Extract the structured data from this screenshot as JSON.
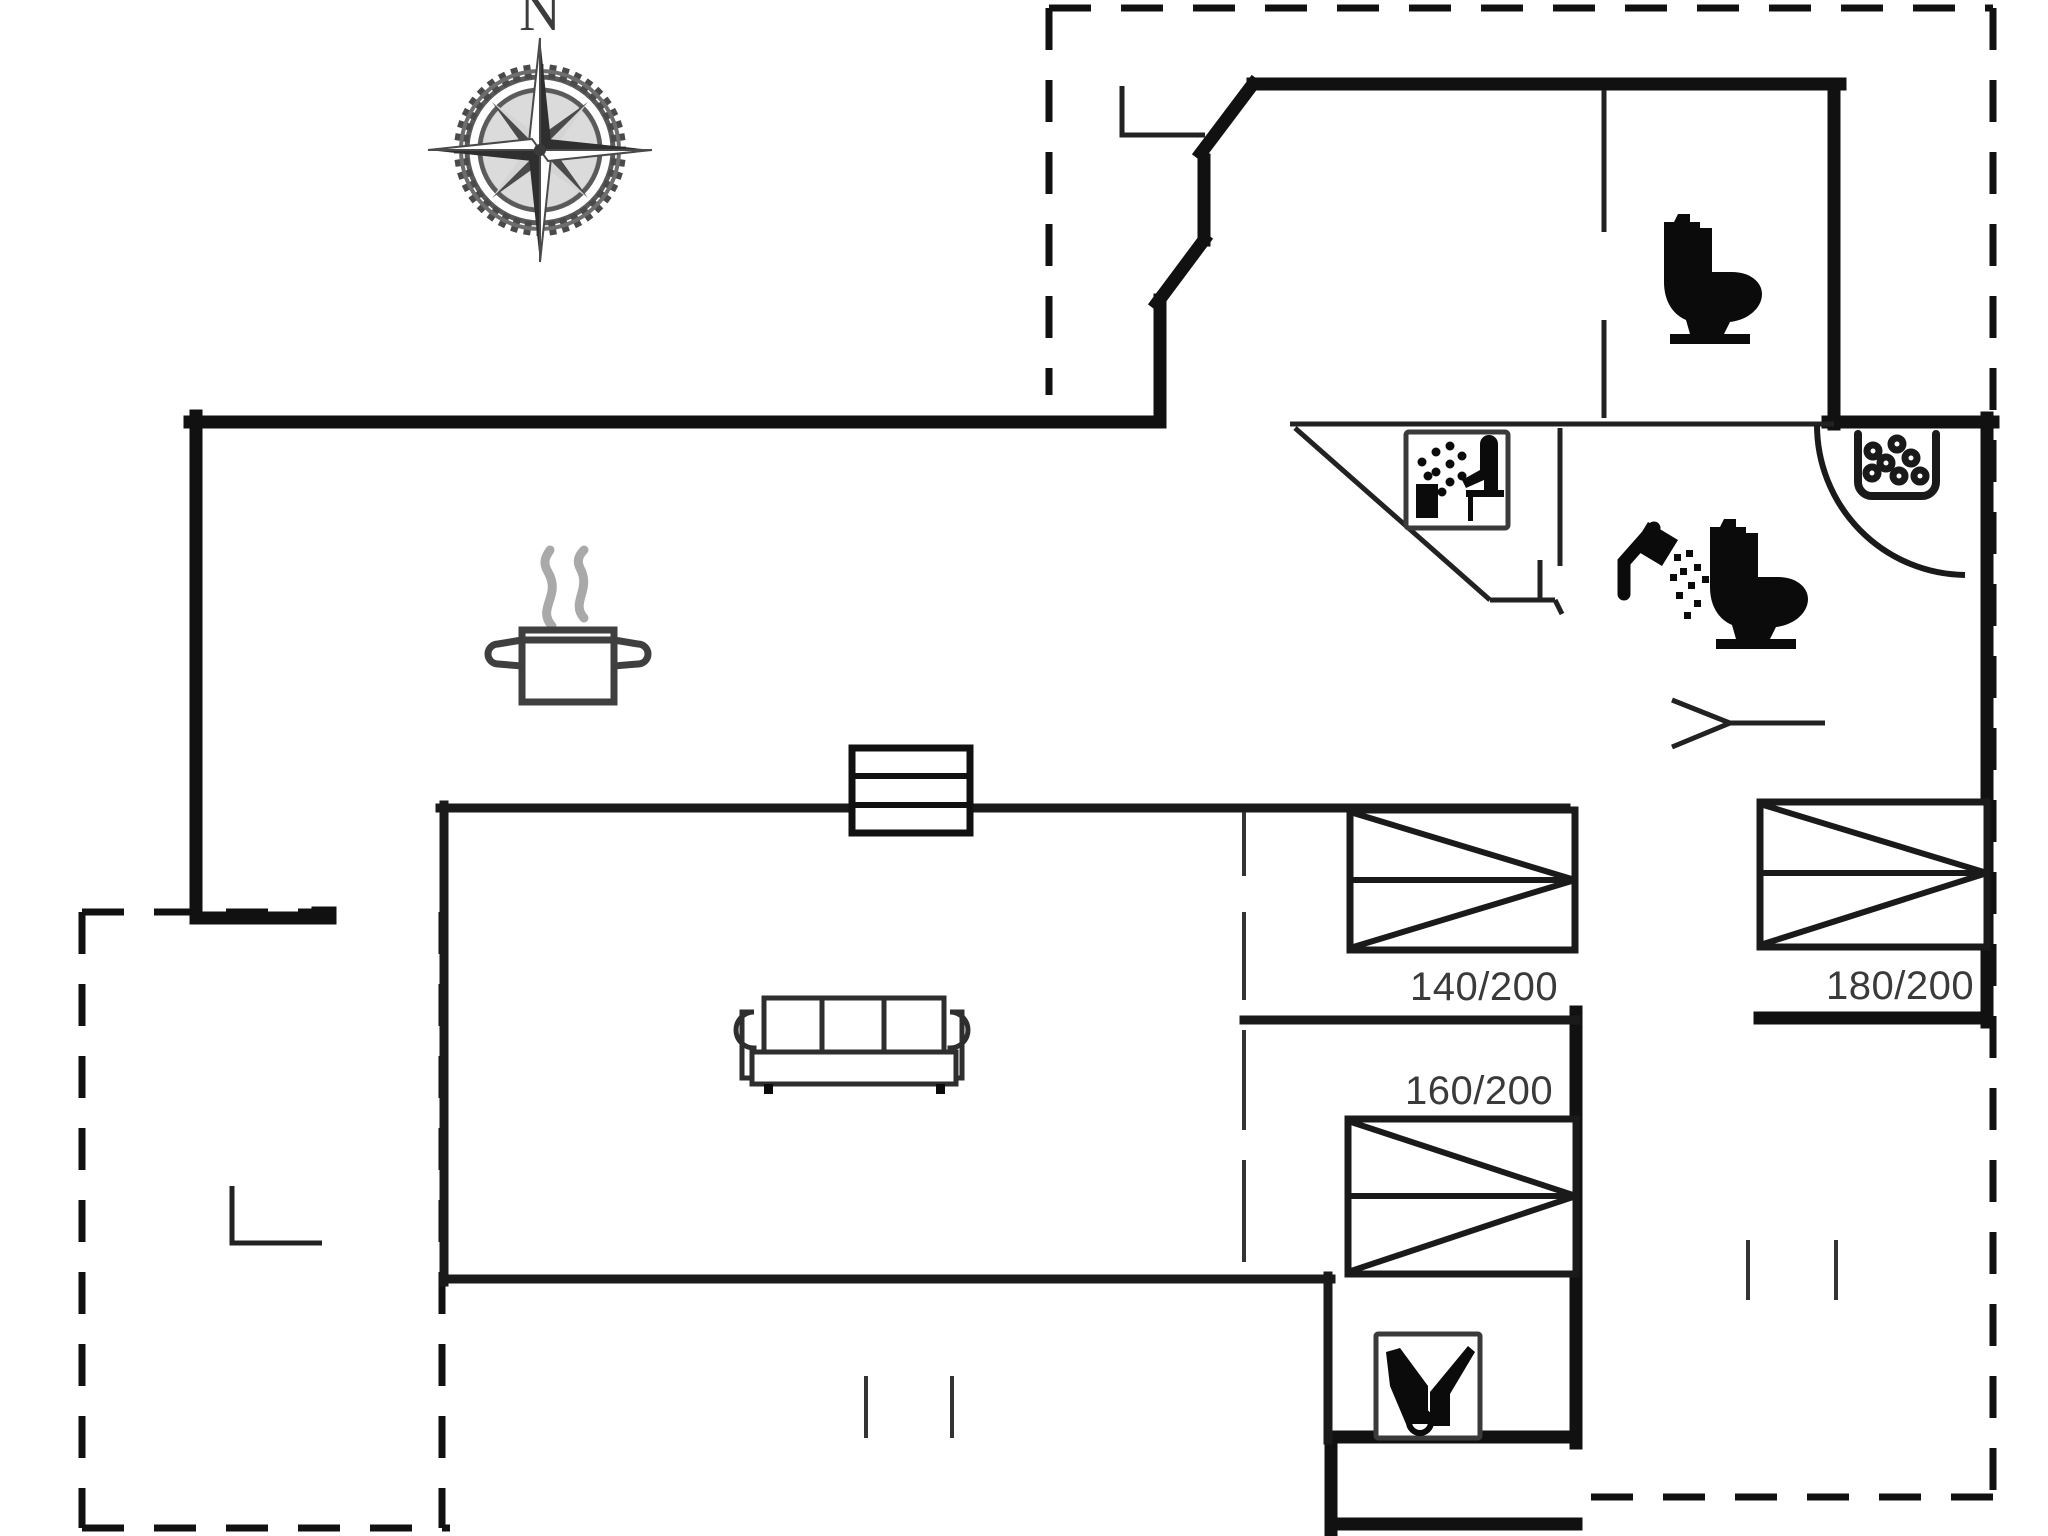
{
  "document": {
    "type": "architectural-floor-plan",
    "title": "Holiday House Floor Plan",
    "background_color": "#ffffff",
    "line_color": "#111111"
  },
  "compass": {
    "north_label": "N",
    "name": "compass-rose",
    "style": "nautical-rose-8-point"
  },
  "labels": {
    "bed_140": "140/200",
    "bed_160": "160/200",
    "bed_180": "180/200"
  },
  "beds": [
    {
      "id": "bed-140",
      "label": "140/200",
      "label_position": "below"
    },
    {
      "id": "bed-180",
      "label": "180/200",
      "label_position": "below"
    },
    {
      "id": "bed-160",
      "label": "160/200",
      "label_position": "above"
    }
  ],
  "icons": [
    {
      "name": "cooking-pot-icon",
      "meaning": "kitchen"
    },
    {
      "name": "sofa-icon",
      "meaning": "living-room"
    },
    {
      "name": "fireplace-icon",
      "meaning": "fireplace-stove"
    },
    {
      "name": "toilet-icon-upper",
      "meaning": "toilet"
    },
    {
      "name": "toilet-icon-lower",
      "meaning": "toilet"
    },
    {
      "name": "sauna-icon",
      "meaning": "sauna"
    },
    {
      "name": "shower-icon",
      "meaning": "shower"
    },
    {
      "name": "washing-machine-icon",
      "meaning": "laundry"
    },
    {
      "name": "utility-tools-icon",
      "meaning": "utility-shed"
    }
  ],
  "colors": {
    "wall": "#111111",
    "label_text": "#3a3a3a",
    "steam": "#a9a9a9",
    "paper": "#ffffff"
  }
}
